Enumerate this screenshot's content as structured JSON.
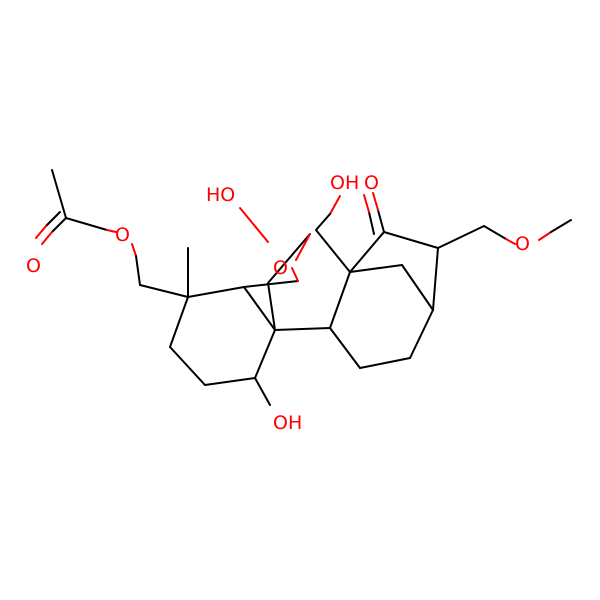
{
  "colors": {
    "background": "#ffffff",
    "carbon_bond": "#000000",
    "oxygen": "#ff0000"
  },
  "labels": {
    "o_ester": "O",
    "o_carbonyl_acetyl": "O",
    "oh_left": "HO",
    "oh_top": "OH",
    "o_ketone": "O",
    "o_ring": "O",
    "o_methoxy": "O",
    "oh_bottom": "OH"
  }
}
